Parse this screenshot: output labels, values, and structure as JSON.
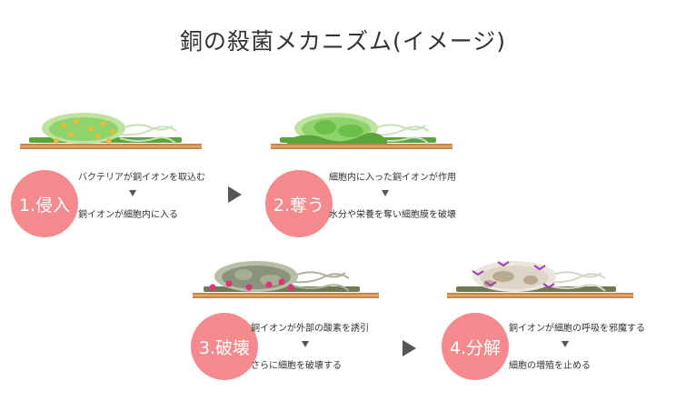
{
  "title": "銅の殺菌メカニズム(イメージ)",
  "stages": [
    {
      "badge": "1.侵入",
      "line1": "バクテリアが銅イオンを取込む",
      "line2": "銅イオンが細胞内に入る"
    },
    {
      "badge": "2.奪う",
      "line1": "細胞内に入った銅イオンが作用",
      "line2": "水分や栄養を奪い細胞膜を破壊"
    },
    {
      "badge": "3.破壊",
      "line1": "銅イオンが外部の酸素を誘引",
      "line2": "さらに細胞を破壊する"
    },
    {
      "badge": "4.分解",
      "line1": "銅イオンが細胞の呼吸を邪魔する",
      "line2": "細胞の増殖を止める"
    }
  ],
  "colors": {
    "badge": "#f58a8e",
    "copper": "#c8864a",
    "bacteria_green": "#8fd36c",
    "bacteria_dark": "#8a937c",
    "bacteria_dead": "#ddd6c8",
    "ion": "#f2b833",
    "oxygen": "#e0337a"
  },
  "icons": [
    "copper-plate",
    "bacterium",
    "copper-ion",
    "arrow-right",
    "arrow-down"
  ]
}
